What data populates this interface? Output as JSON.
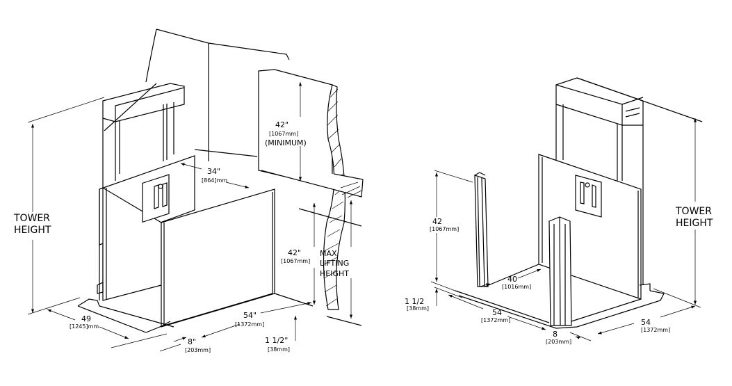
{
  "left_view": {
    "tower_height": [
      "TOWER",
      "HEIGHT"
    ],
    "gate_width": {
      "imperial": "34\"",
      "metric": "[864]mm"
    },
    "wall_height_min": {
      "imperial": "42\"",
      "metric": "[1067mm]",
      "note": "(MINIMUM)"
    },
    "wall_height": {
      "imperial": "42\"",
      "metric": "[1067mm]"
    },
    "max_lifting_height": [
      "MAX",
      "LIFTING",
      "HEIGHT"
    ],
    "width": {
      "imperial": "49",
      "metric": "[1245]mm"
    },
    "length": {
      "imperial": "54\"",
      "metric": "[1372mm]"
    },
    "ramp": {
      "imperial": "8\"",
      "metric": "[203mm]"
    },
    "platform_thickness": {
      "imperial": "1  1/2\"",
      "metric": "[38mm]"
    }
  },
  "right_view": {
    "post_height": {
      "imperial": "42",
      "metric": "[1067mm]"
    },
    "opening": {
      "imperial": "40",
      "metric": "[1016mm]"
    },
    "platform_thickness": {
      "imperial": "1  1/2",
      "metric": "[38mm]"
    },
    "length": {
      "imperial": "54",
      "metric": "[1372mm]"
    },
    "ramp": {
      "imperial": "8",
      "metric": "[203mm]"
    },
    "width": {
      "imperial": "54",
      "metric": "[1372mm]"
    },
    "tower_height": [
      "TOWER",
      "HEIGHT"
    ]
  }
}
